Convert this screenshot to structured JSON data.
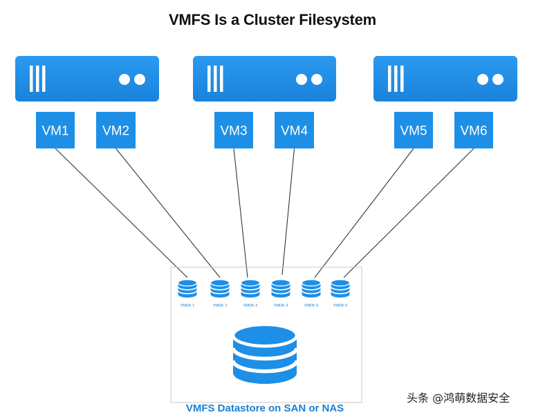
{
  "title": "VMFS Is a Cluster Filesystem",
  "colors": {
    "primary_blue": "#1e8fe6",
    "dark_blue": "#1a7fd4",
    "line": "#333333",
    "frame": "#c8c8c8"
  },
  "hosts": [
    {
      "vms": [
        "VM1",
        "VM2"
      ]
    },
    {
      "vms": [
        "VM3",
        "VM4"
      ]
    },
    {
      "vms": [
        "VM5",
        "VM6"
      ]
    }
  ],
  "vmdks": [
    "VMDK 1",
    "VMDK 2",
    "VMDK 3",
    "VMDK 4",
    "VMDK 5",
    "VMDK 6"
  ],
  "datastore_label": "VMFS Datastore on SAN or NAS",
  "watermark": "头条 @鸿萌数据安全"
}
